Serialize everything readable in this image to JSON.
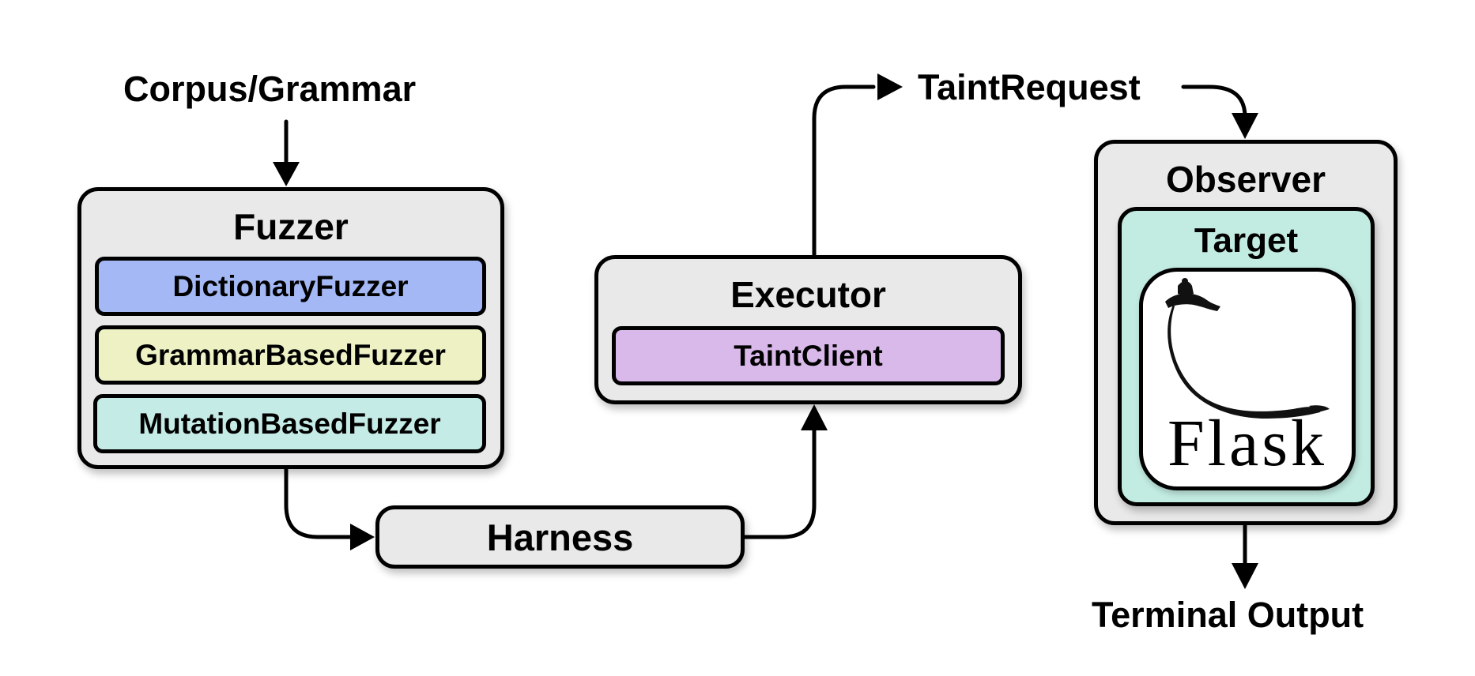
{
  "labels": {
    "corpus": "Corpus/Grammar",
    "taint_request": "TaintRequest",
    "terminal_output": "Terminal Output"
  },
  "fuzzer": {
    "title": "Fuzzer",
    "items": [
      {
        "label": "DictionaryFuzzer",
        "color": "#a3b8f5"
      },
      {
        "label": "GrammarBasedFuzzer",
        "color": "#eef1c4"
      },
      {
        "label": "MutationBasedFuzzer",
        "color": "#c5ebe6"
      }
    ]
  },
  "executor": {
    "title": "Executor",
    "client": {
      "label": "TaintClient",
      "color": "#d9b8ea"
    }
  },
  "harness": {
    "title": "Harness"
  },
  "observer": {
    "title": "Observer",
    "target": {
      "title": "Target",
      "color": "#c2ebe1",
      "logo_text": "Flask",
      "logo_icon": "flask-horn-icon"
    }
  },
  "colors": {
    "box_fill": "#e9e9e9",
    "stroke": "#000000"
  }
}
